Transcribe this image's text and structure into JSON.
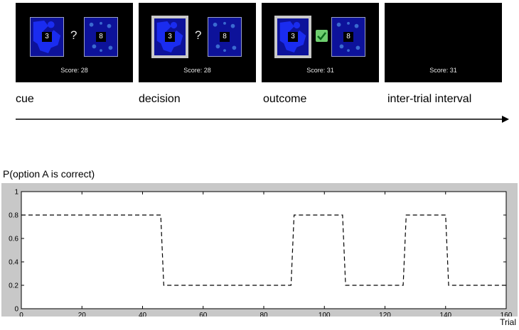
{
  "phases": [
    {
      "label": "cue",
      "score": "Score:  28",
      "left": {
        "number": "3"
      },
      "right": {
        "number": "8"
      },
      "symbol": "?"
    },
    {
      "label": "decision",
      "score": "Score:  28",
      "left": {
        "number": "3"
      },
      "right": {
        "number": "8"
      },
      "symbol": "?"
    },
    {
      "label": "outcome",
      "score": "Score:  31",
      "left": {
        "number": "3"
      },
      "right": {
        "number": "8"
      },
      "symbol": "check-icon"
    },
    {
      "label": "inter-trial interval",
      "score": "Score:  31"
    }
  ],
  "colors": {
    "card_blue": "#0d129a",
    "pattern_blue": "#1a2cf0",
    "chart_frame": "#c8c8c8",
    "check_green": "#6fcf6f"
  },
  "chart_data": {
    "type": "line",
    "ylabel": "P(option A is correct)",
    "xlabel": "Trial",
    "xlim": [
      0,
      160
    ],
    "ylim": [
      0,
      1
    ],
    "xticks": [
      0,
      20,
      40,
      60,
      80,
      100,
      120,
      140,
      160
    ],
    "yticks": [
      0,
      0.2,
      0.4,
      0.6,
      0.8,
      1
    ],
    "series": [
      {
        "style": "dashed",
        "x": [
          0,
          46,
          47,
          89,
          90,
          106,
          107,
          126,
          127,
          140,
          141,
          160
        ],
        "y": [
          0.8,
          0.8,
          0.2,
          0.2,
          0.8,
          0.8,
          0.2,
          0.2,
          0.8,
          0.8,
          0.2,
          0.2
        ]
      }
    ]
  }
}
